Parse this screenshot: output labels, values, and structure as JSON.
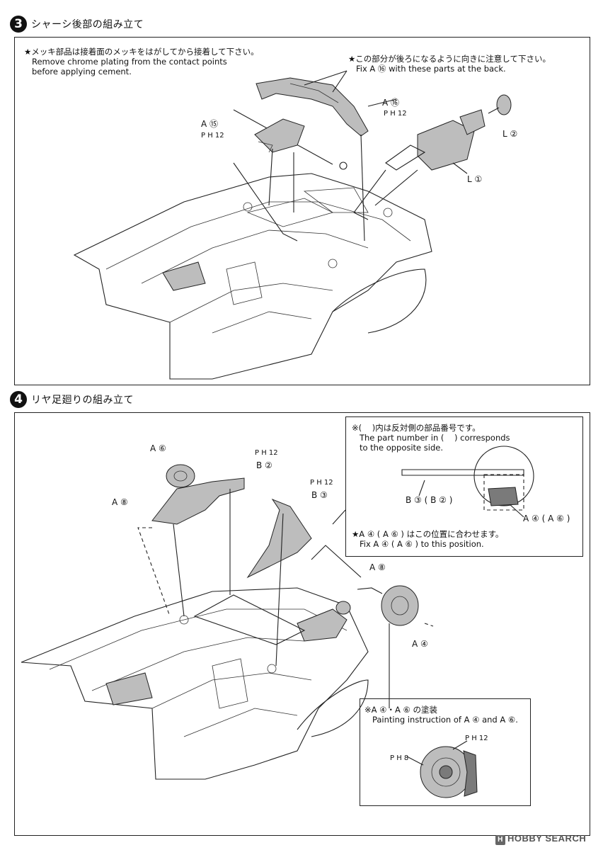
{
  "step3": {
    "number": "3",
    "title": "シャーシ後部の組み立て",
    "note_left": "★メッキ部品は接着面のメッキをはがしてから接着して下さい。\n   Remove chrome plating from the contact points\n   before applying cement.",
    "note_right": "★この部分が後ろになるように向きに注意して下さい。\n   Fix A ⑯ with these parts at the back.",
    "labels": {
      "a16": "A ⑯",
      "ph12_a16": "P H 12",
      "a15": "A ⑮",
      "ph12_a15": "P H 12",
      "l2": "L ②",
      "l1": "L ①"
    }
  },
  "step4": {
    "number": "4",
    "title": "リヤ足廻りの組み立て",
    "labels": {
      "a6": "A ⑥",
      "a8_left": "A ⑧",
      "ph12_b2": "P H 12",
      "b2": "B ②",
      "ph12_b3": "P H 12",
      "b3": "B ③",
      "a8_right": "A ⑧",
      "a4": "A ④"
    },
    "inset_top": {
      "note": "※(    )内は反対側の部品番号です。\n   The part number in (    ) corresponds\n   to the opposite side.",
      "label_b": "B ③ ( B ② )",
      "label_a": "A ④ ( A ⑥ )",
      "note2": "★A ④ ( A ⑥ ) はこの位置に合わせます。\n   Fix A ④ ( A ⑥ ) to this position."
    },
    "inset_bottom": {
      "note": "※A ④・A ⑥ の塗装\n   Painting instruction of A ④ and A ⑥.",
      "ph12": "P H 12",
      "ph8": "P H 8"
    }
  },
  "watermark": "HOBBY SEARCH"
}
